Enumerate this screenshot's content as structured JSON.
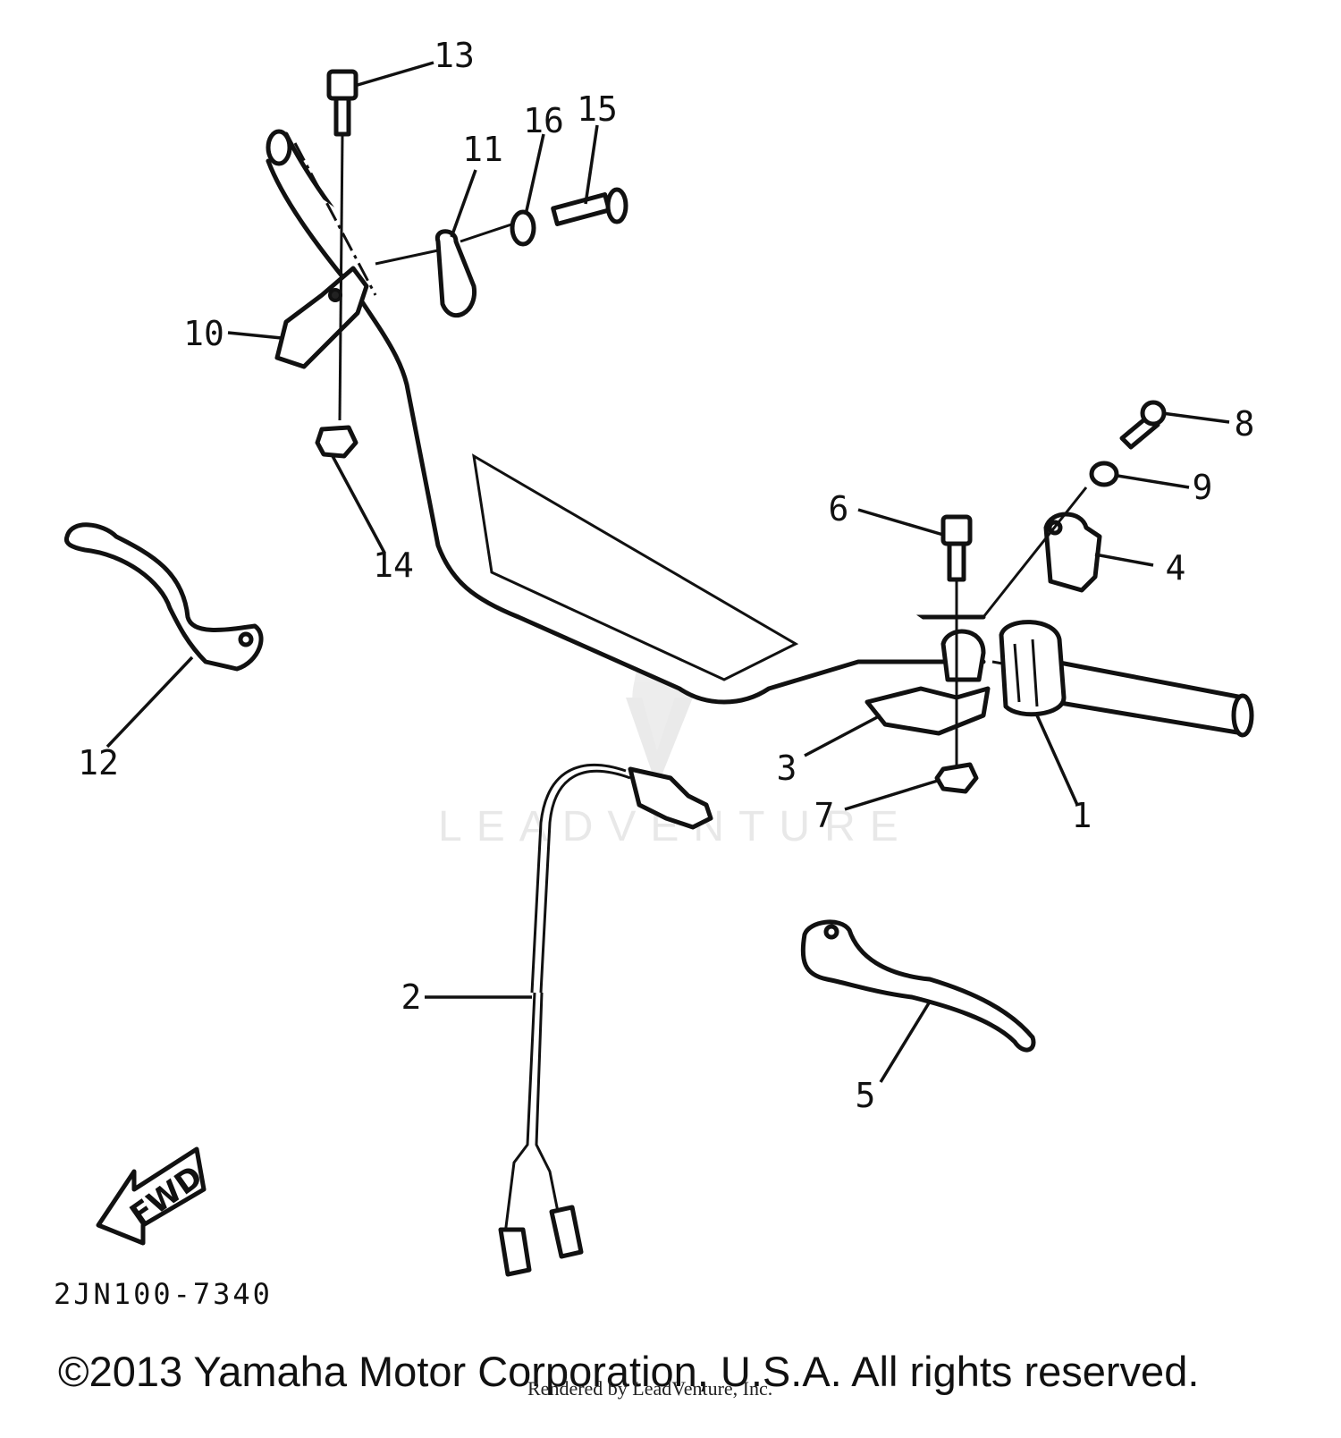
{
  "diagram": {
    "callouts": [
      {
        "id": "1",
        "label": "1"
      },
      {
        "id": "2",
        "label": "2"
      },
      {
        "id": "3",
        "label": "3"
      },
      {
        "id": "4",
        "label": "4"
      },
      {
        "id": "5",
        "label": "5"
      },
      {
        "id": "6",
        "label": "6"
      },
      {
        "id": "7",
        "label": "7"
      },
      {
        "id": "8",
        "label": "8"
      },
      {
        "id": "9",
        "label": "9"
      },
      {
        "id": "10",
        "label": "10"
      },
      {
        "id": "11",
        "label": "11"
      },
      {
        "id": "12",
        "label": "12"
      },
      {
        "id": "13",
        "label": "13"
      },
      {
        "id": "14",
        "label": "14"
      },
      {
        "id": "15",
        "label": "15"
      },
      {
        "id": "16",
        "label": "16"
      }
    ],
    "direction_marker": "FWD",
    "diagram_code": "2JN100-7340",
    "watermark": "LEADVENTURE",
    "overprint": "Rendered by LeadVenture, Inc.",
    "copyright": "©2013 Yamaha Motor Corporation, U.S.A. All rights reserved."
  }
}
